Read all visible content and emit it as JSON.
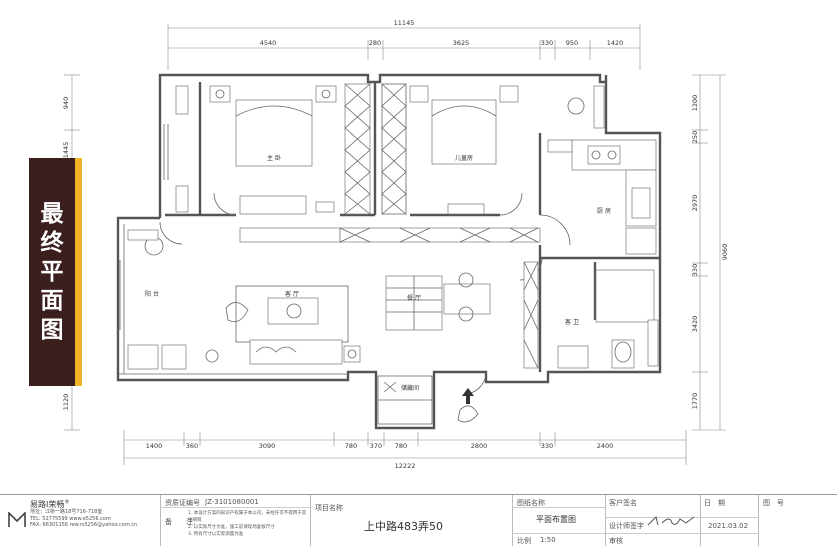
{
  "banner": {
    "chars": [
      "最",
      "终",
      "平",
      "面",
      "图"
    ]
  },
  "dims_top": {
    "total": "11145",
    "segments": [
      "4540",
      "280",
      "3625",
      "330",
      "950",
      "1420"
    ]
  },
  "dims_bottom": {
    "total": "12222",
    "segments": [
      "1400",
      "360",
      "3090",
      "780",
      "370",
      "780",
      "2800",
      "330",
      "2400"
    ]
  },
  "dims_right": {
    "total": "9060",
    "segments": [
      "1200",
      "250",
      "2970",
      "330",
      "3420",
      "1770"
    ]
  },
  "dims_left": {
    "segments": [
      "940",
      "1445",
      "1120"
    ]
  },
  "rooms": {
    "master": "主 卧",
    "kids": "儿童房",
    "kitchen": "厨 房",
    "living": "客 厅",
    "dining": "餐 厅",
    "balcony": "阳 台",
    "guest_bath": "客 卫",
    "storage": "储藏间"
  },
  "title_block": {
    "company": "易路I荣畅",
    "company_sup": "®",
    "address_lines": [
      "地址：江桥一路18号716-718室",
      "TEL: 52775599   www.e5256.com",
      "FAX: 66301156   rew.rs5256@yahoo.com.cn"
    ],
    "cert_label": "资质证编号",
    "cert_value": "JZ-3101080001",
    "note_label": "备　　注：",
    "notes": [
      "1. 本设计方案的知识产权属于本公司，未经许可不得用于其他项目",
      "2. 以实际尺寸为准，施工前请现场复核尺寸",
      "3. 所有尺寸以实际测量为准"
    ],
    "project_label": "项目名称",
    "project_name": "上中路483弄50",
    "drawing_label": "图纸名称",
    "drawing_name": "平面布置图",
    "scale_label": "比例",
    "scale_value": "1:50",
    "client_label": "客户签名",
    "designer_label": "设计师签字",
    "review_label": "审核",
    "date_label": "日　期",
    "date_value": "2021.03.02",
    "page_label": "图　号"
  }
}
